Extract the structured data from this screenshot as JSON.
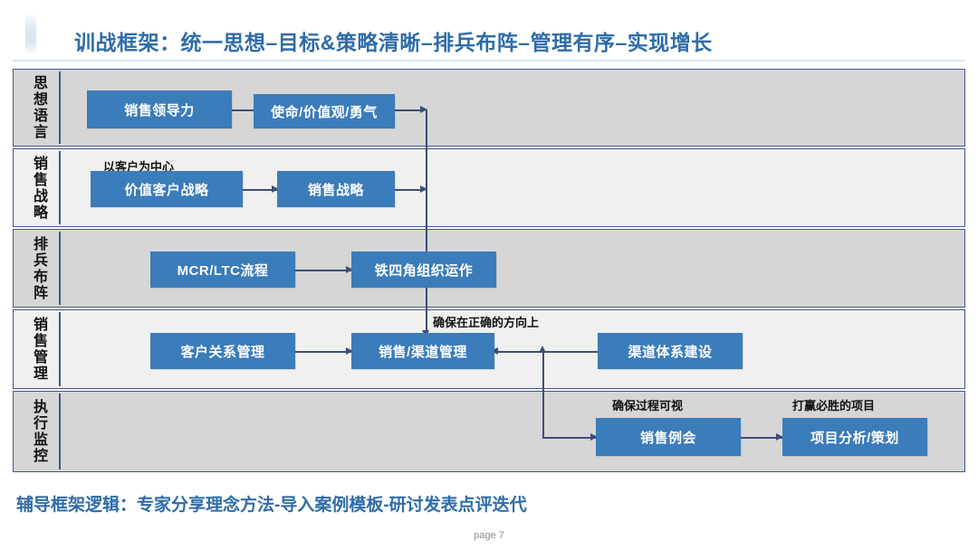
{
  "slide": {
    "title": "训战框架：统一思想–目标&策略清晰–排兵布阵–管理有序–实现增长",
    "footer_note": "辅导框架逻辑：专家分享理念方法-导入案例模板-研讨发表点评迭代",
    "page_number": "page 7"
  },
  "colors": {
    "title_blue": "#2f6ca8",
    "node_blue": "#3b7cba",
    "band_border": "#44558a",
    "band_dark": "#d6d6d6",
    "band_light": "#f0f0f0",
    "connector": "#3d4f77"
  },
  "bands": [
    {
      "id": "ideology-language",
      "label": "思想语言",
      "tone": "dark"
    },
    {
      "id": "sales-strategy",
      "label": "销售战略",
      "tone": "light"
    },
    {
      "id": "troop-deployment",
      "label": "排兵布阵",
      "tone": "dark"
    },
    {
      "id": "sales-management",
      "label": "销售管理",
      "tone": "light"
    },
    {
      "id": "execution-monitor",
      "label": "执行监控",
      "tone": "dark"
    }
  ],
  "nodes": [
    {
      "id": "sales-leadership",
      "label": "销售领导力",
      "band": "ideology-language"
    },
    {
      "id": "mission-values-courage",
      "label": "使命/价值观/勇气",
      "band": "ideology-language"
    },
    {
      "id": "value-customer-strategy",
      "label": "价值客户战略",
      "band": "sales-strategy"
    },
    {
      "id": "sales-strategy",
      "label": "销售战略",
      "band": "sales-strategy"
    },
    {
      "id": "mcr-ltc-process",
      "label": "MCR/LTC流程",
      "band": "troop-deployment"
    },
    {
      "id": "iron-quad-operation",
      "label": "铁四角组织运作",
      "band": "troop-deployment"
    },
    {
      "id": "customer-relationship",
      "label": "客户关系管理",
      "band": "sales-management"
    },
    {
      "id": "sales-channel-mgmt",
      "label": "销售/渠道管理",
      "band": "sales-management"
    },
    {
      "id": "channel-system-build",
      "label": "渠道体系建设",
      "band": "sales-management"
    },
    {
      "id": "sales-routine-meeting",
      "label": "销售例会",
      "band": "execution-monitor"
    },
    {
      "id": "project-analysis-plan",
      "label": "项目分析/策划",
      "band": "execution-monitor"
    }
  ],
  "annotations": [
    {
      "id": "customer-centric",
      "text": "以客户为中心",
      "band": "sales-strategy"
    },
    {
      "id": "right-direction",
      "text": "确保在正确的方向上",
      "band": "sales-management"
    },
    {
      "id": "process-visible",
      "text": "确保过程可视",
      "band": "execution-monitor"
    },
    {
      "id": "win-must-win-project",
      "text": "打赢必胜的项目",
      "band": "execution-monitor"
    }
  ]
}
